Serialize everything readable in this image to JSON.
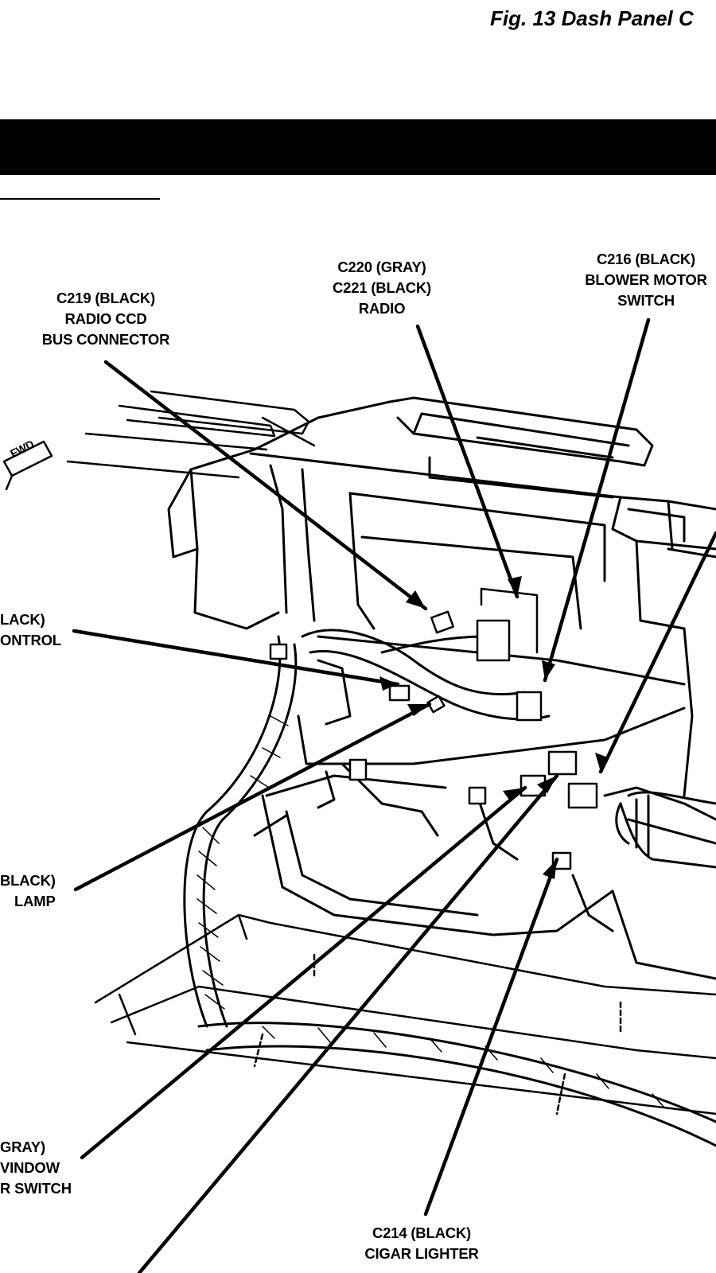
{
  "figure_title": "Fig. 13 Dash Panel C",
  "fwd_label": "FWD",
  "labels": {
    "c219": [
      "C219 (BLACK)",
      "RADIO CCD",
      "BUS CONNECTOR"
    ],
    "c220": [
      "C220 (GRAY)",
      "C221 (BLACK)",
      "RADIO"
    ],
    "c216": [
      "C216 (BLACK)",
      "BLOWER MOTOR",
      "SWITCH"
    ],
    "control": [
      "LACK)",
      "ONTROL"
    ],
    "lamp": [
      "BLACK)",
      "LAMP"
    ],
    "window": [
      "GRAY)",
      "VINDOW",
      "R SWITCH"
    ],
    "c214": [
      "C214 (BLACK)",
      "CIGAR LIGHTER"
    ]
  }
}
